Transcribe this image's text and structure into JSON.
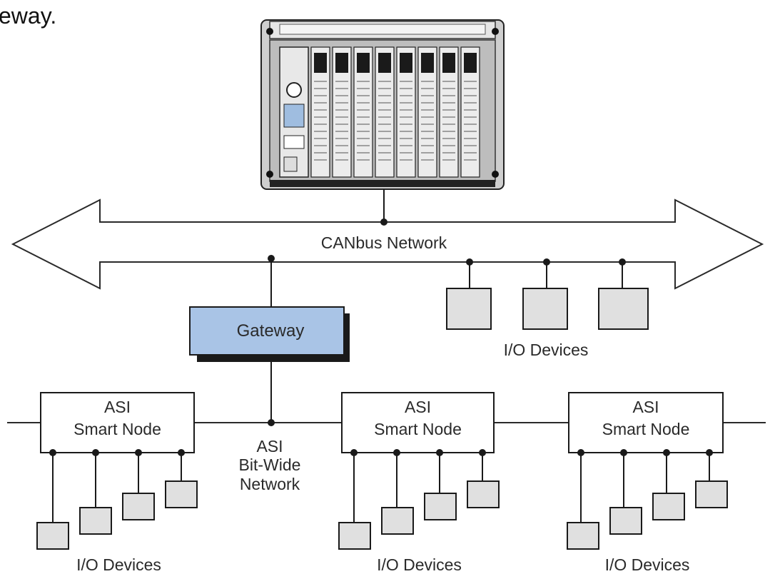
{
  "caption_fragment": "eway.",
  "plc_image": "plc-rack-icon",
  "canbus": {
    "label": "CANbus Network"
  },
  "gateway": {
    "label": "Gateway",
    "fill": "#a9c4e6",
    "shadow": "#1a1a1a"
  },
  "top_io": {
    "label": "I/O Devices"
  },
  "asi_network": {
    "line1": "ASI",
    "line2": "Bit-Wide",
    "line3": "Network"
  },
  "nodes": [
    {
      "line1": "ASI",
      "line2": "Smart Node",
      "io_label": "I/O Devices"
    },
    {
      "line1": "ASI",
      "line2": "Smart Node",
      "io_label": "I/O Devices"
    },
    {
      "line1": "ASI",
      "line2": "Smart Node",
      "io_label": "I/O Devices"
    }
  ],
  "colors": {
    "device_fill": "#e0e0e0",
    "line": "#1a1a1a"
  }
}
